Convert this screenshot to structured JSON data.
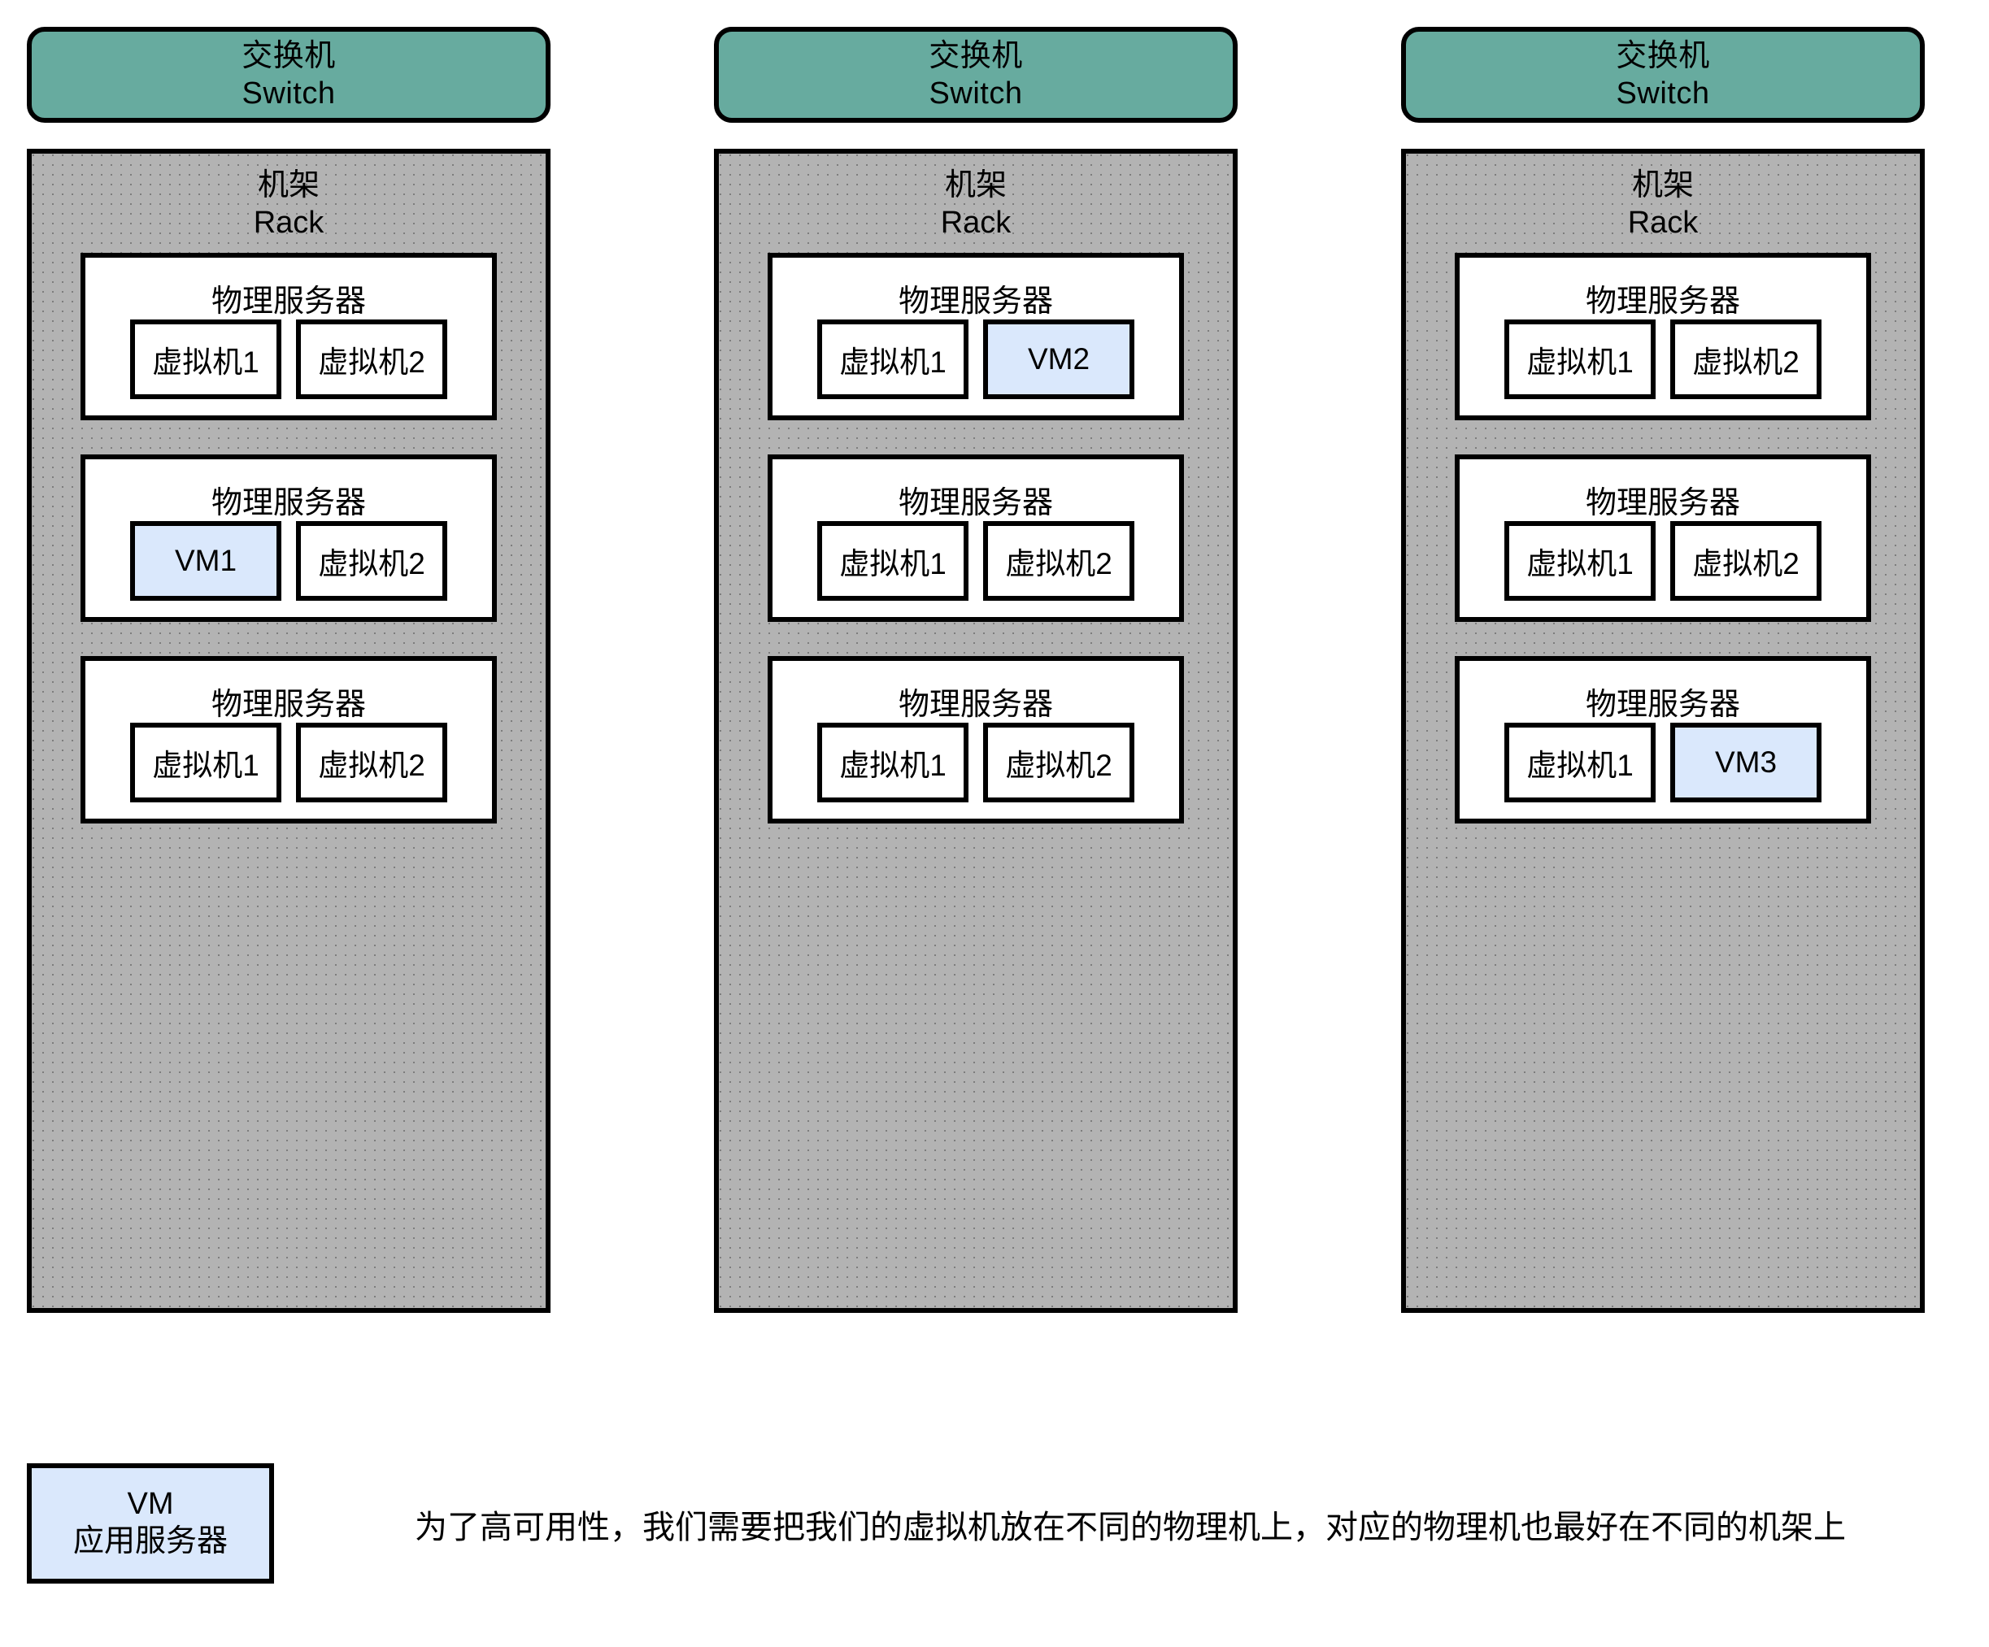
{
  "diagram": {
    "columns": [
      {
        "switch": {
          "cn": "交换机",
          "en": "Switch"
        },
        "rack": {
          "cn": "机架",
          "en": "Rack"
        },
        "servers": [
          {
            "title": "物理服务器",
            "vms": [
              {
                "label": "虚拟机1",
                "highlight": false
              },
              {
                "label": "虚拟机2",
                "highlight": false
              }
            ]
          },
          {
            "title": "物理服务器",
            "vms": [
              {
                "label": "VM1",
                "highlight": true
              },
              {
                "label": "虚拟机2",
                "highlight": false
              }
            ]
          },
          {
            "title": "物理服务器",
            "vms": [
              {
                "label": "虚拟机1",
                "highlight": false
              },
              {
                "label": "虚拟机2",
                "highlight": false
              }
            ]
          }
        ]
      },
      {
        "switch": {
          "cn": "交换机",
          "en": "Switch"
        },
        "rack": {
          "cn": "机架",
          "en": "Rack"
        },
        "servers": [
          {
            "title": "物理服务器",
            "vms": [
              {
                "label": "虚拟机1",
                "highlight": false
              },
              {
                "label": "VM2",
                "highlight": true
              }
            ]
          },
          {
            "title": "物理服务器",
            "vms": [
              {
                "label": "虚拟机1",
                "highlight": false
              },
              {
                "label": "虚拟机2",
                "highlight": false
              }
            ]
          },
          {
            "title": "物理服务器",
            "vms": [
              {
                "label": "虚拟机1",
                "highlight": false
              },
              {
                "label": "虚拟机2",
                "highlight": false
              }
            ]
          }
        ]
      },
      {
        "switch": {
          "cn": "交换机",
          "en": "Switch"
        },
        "rack": {
          "cn": "机架",
          "en": "Rack"
        },
        "servers": [
          {
            "title": "物理服务器",
            "vms": [
              {
                "label": "虚拟机1",
                "highlight": false
              },
              {
                "label": "虚拟机2",
                "highlight": false
              }
            ]
          },
          {
            "title": "物理服务器",
            "vms": [
              {
                "label": "虚拟机1",
                "highlight": false
              },
              {
                "label": "虚拟机2",
                "highlight": false
              }
            ]
          },
          {
            "title": "物理服务器",
            "vms": [
              {
                "label": "虚拟机1",
                "highlight": false
              },
              {
                "label": "VM3",
                "highlight": true
              }
            ]
          }
        ]
      }
    ],
    "legend": {
      "line1": "VM",
      "line2": "应用服务器"
    },
    "caption": "为了高可用性，我们需要把我们的虚拟机放在不同的物理机上，对应的物理机也最好在不同的机架上",
    "colors": {
      "switch_fill": "#67ab9f",
      "rack_fill": "#b3b3b3",
      "vm_highlight_fill": "#dae8fc",
      "server_fill": "#ffffff",
      "stroke": "#000000"
    }
  }
}
